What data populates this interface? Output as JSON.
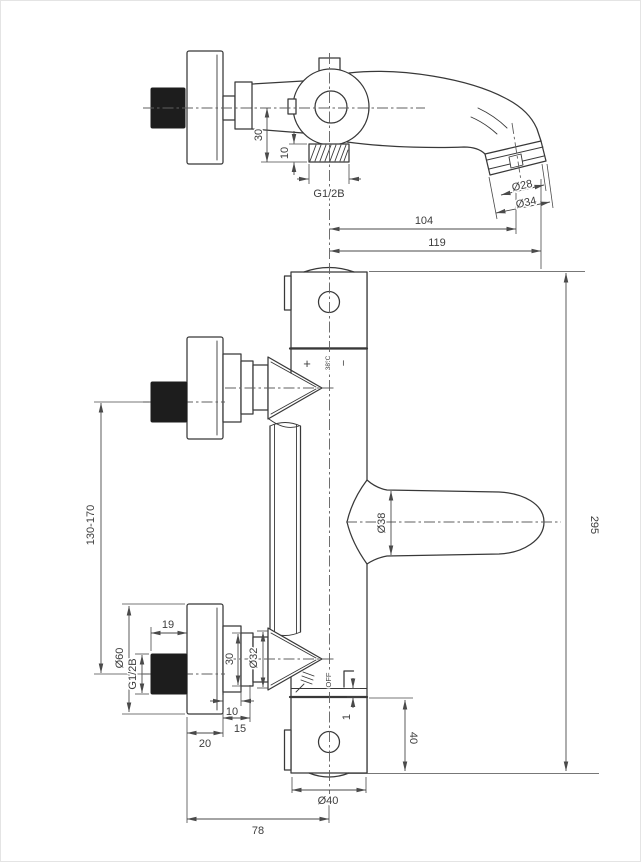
{
  "drawing": {
    "colors": {
      "line": "#383838",
      "thread_fill": "#1d1d1d",
      "background": "#ffffff"
    },
    "top_view": {
      "dim_30": "30",
      "dim_10": "10",
      "thread": "G1/2B",
      "dim_d28": "Ø28",
      "dim_d34": "Ø34",
      "dim_104": "104",
      "dim_119": "119"
    },
    "front_view": {
      "plus": "+",
      "temp": "38°C",
      "minus": "−",
      "off": "OFF",
      "dim_295": "295",
      "dim_range": "130-170",
      "dim_d38": "Ø38",
      "dim_d60": "Ø60",
      "dim_19": "19",
      "thread": "G1/2B",
      "dim_30": "30",
      "dim_d32": "Ø32",
      "dim_10": "10",
      "dim_15": "15",
      "dim_20": "20",
      "dim_1": "1",
      "dim_40": "40",
      "dim_d40": "Ø40",
      "dim_78": "78"
    }
  }
}
